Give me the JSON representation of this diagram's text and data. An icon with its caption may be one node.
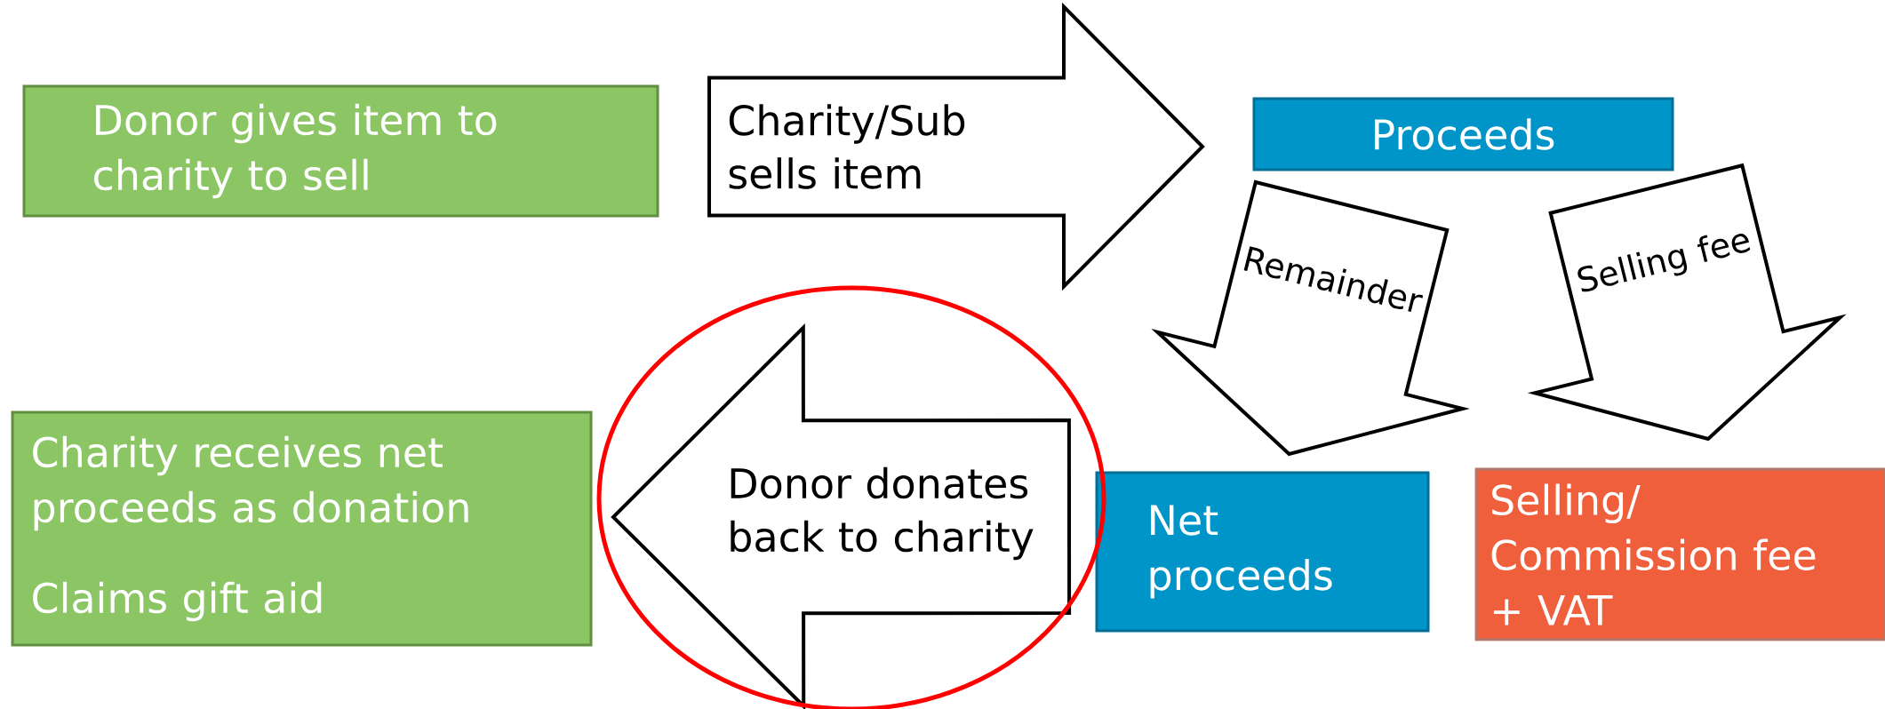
{
  "diagram": {
    "nodes": [
      {
        "text": [
          "Donor gives item to charity to sell"
        ]
      },
      {
        "text": [
          "Proceeds"
        ]
      },
      {
        "text": [
          "Charity receives net proceeds as donation",
          "Claims gift aid"
        ]
      },
      {
        "text": [
          "Net proceeds"
        ]
      },
      {
        "text": [
          "Selling/ Commission fee + VAT"
        ]
      }
    ],
    "edges": [
      {
        "from": 0,
        "to": 1,
        "arrow": "to",
        "label": "Charity/Sub sells item"
      },
      {
        "from": 1,
        "to": 3,
        "arrow": "to",
        "label": "Remainder"
      },
      {
        "from": 1,
        "to": 4,
        "arrow": "to",
        "label": "Selling fee"
      },
      {
        "from": 3,
        "to": 2,
        "arrow": "to",
        "label": "Donor donates back to charity"
      }
    ]
  }
}
